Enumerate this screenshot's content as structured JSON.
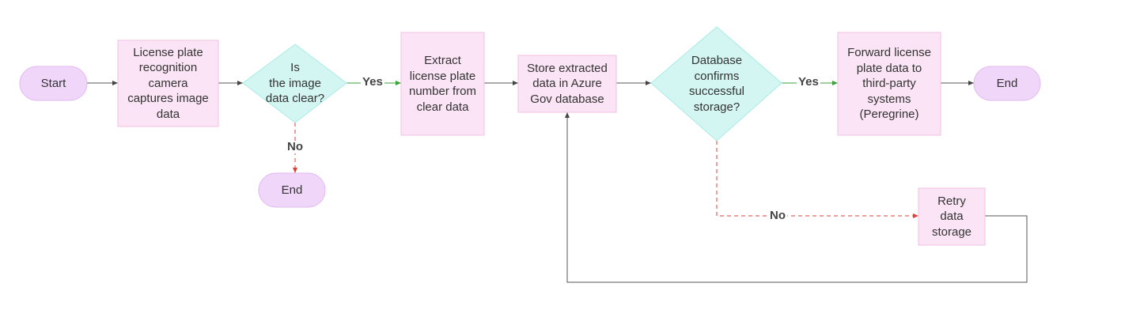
{
  "nodes": {
    "start": "Start",
    "capture": "License plate\nrecognition\ncamera\ncaptures image\ndata",
    "clear_decision": "Is\nthe image\ndata clear?",
    "end_unclear": "End",
    "extract": "Extract\nlicense plate\nnumber from\nclear data",
    "store": "Store extracted\ndata in Azure\nGov database",
    "confirm_decision": "Database\nconfirms\nsuccessful\nstorage?",
    "forward": "Forward license\nplate data to\nthird-party\nsystems\n(Peregrine)",
    "end_final": "End",
    "retry": "Retry\ndata\nstorage"
  },
  "edges": {
    "clear_yes": "Yes",
    "clear_no": "No",
    "confirm_yes": "Yes",
    "confirm_no": "No"
  },
  "colors": {
    "terminal_fill": "#f0d7fa",
    "terminal_stroke": "#e2b8f0",
    "process_fill": "#fbe4f5",
    "process_stroke": "#f3bfe4",
    "decision_fill": "#d3f6f3",
    "decision_stroke": "#a9ebe4",
    "yes_arrow": "#3aa03a",
    "no_arrow": "#d9413b",
    "line": "#555555"
  }
}
